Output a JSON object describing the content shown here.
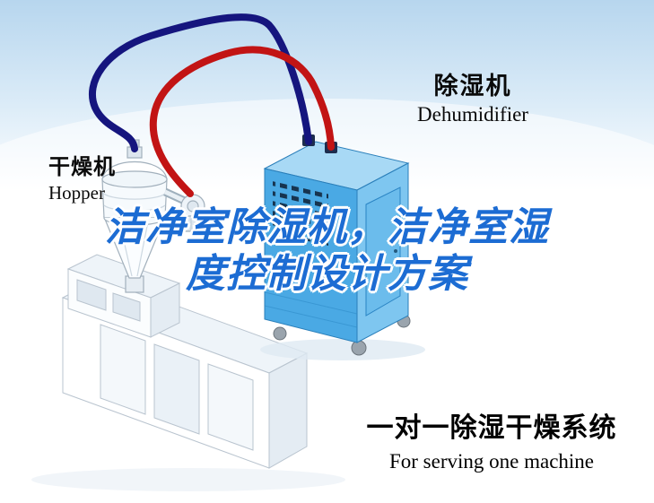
{
  "illustration": {
    "hopper": {
      "label_cn": "干燥机",
      "label_en": "Hopper"
    },
    "dehumidifier": {
      "label_cn": "除湿机",
      "label_en": "Dehumidifier"
    },
    "title": {
      "line1": "洁净室除湿机，洁净室湿",
      "line2": "度控制设计方案"
    },
    "caption": {
      "line_cn": "一对一除湿干燥系统",
      "line_en": "For serving one machine"
    },
    "colors": {
      "title_blue": "#1c6cd3",
      "pipe_red": "#c21414",
      "pipe_blue": "#15157e",
      "machine_blue": "#4aa9e4",
      "sky_blue": "#b7d6ee"
    }
  }
}
